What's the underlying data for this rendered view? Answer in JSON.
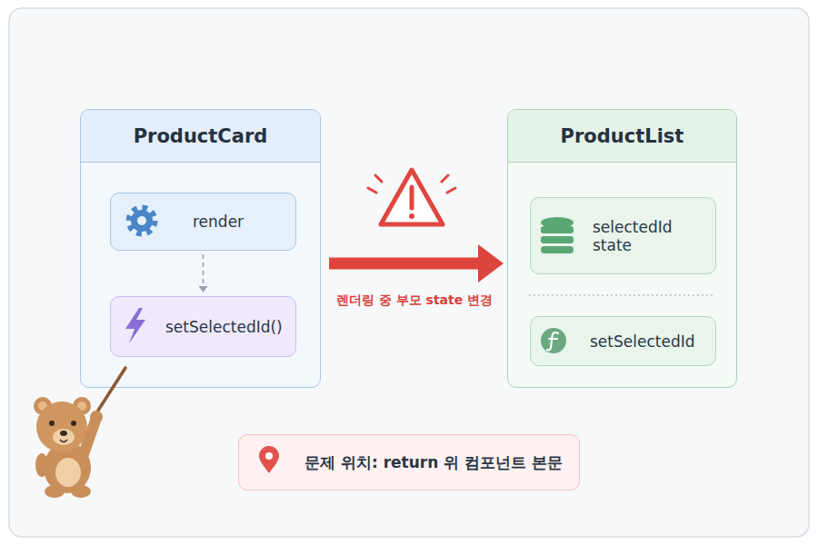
{
  "diagram": {
    "nodes": [
      {
        "text": [
          "ProductCard"
        ]
      },
      {
        "text": [
          "render"
        ],
        "in": 0
      },
      {
        "text": [
          "setSelectedId()"
        ],
        "in": 0
      },
      {
        "text": [
          "ProductList"
        ]
      },
      {
        "text": [
          "selectedId state"
        ],
        "in": 3
      },
      {
        "text": [
          "setSelectedId"
        ],
        "in": 3
      },
      {
        "text": [
          "문제 위치: return 위 컴포넌트 본문"
        ]
      }
    ],
    "edges": [
      {
        "from": 1,
        "to": 2,
        "arrow": "to"
      },
      {
        "from": 0,
        "to": 3,
        "label": "렌더링 중 부모 state 변경",
        "arrow": "to"
      }
    ]
  }
}
